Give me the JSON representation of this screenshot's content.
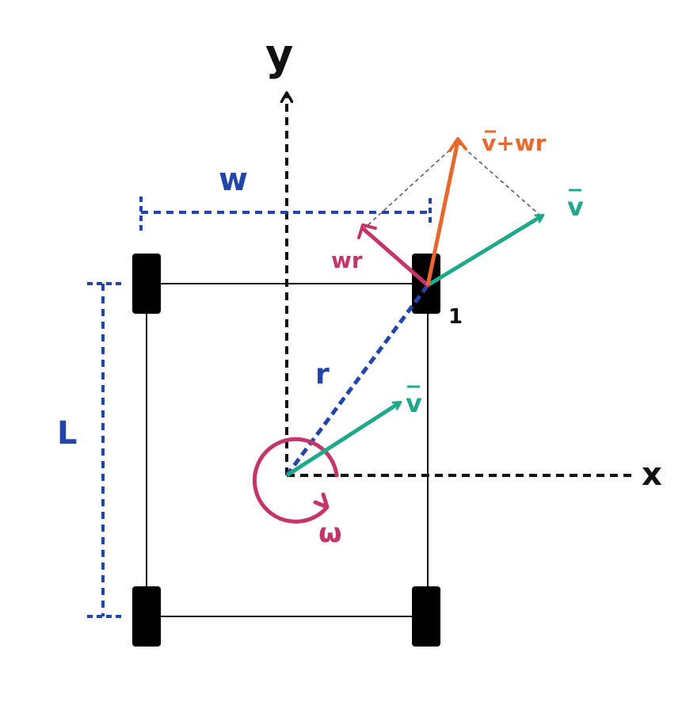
{
  "labels": {
    "axis_y": "y",
    "axis_x": "x",
    "width": "w",
    "length": "L",
    "wheel_number": "1",
    "radius": "r",
    "omega": "ω",
    "v_center": "v",
    "v_wheel": "v",
    "wr": "wr",
    "v_plus_wr": "v+wr"
  },
  "colors": {
    "axes": "#111111",
    "frame": "#111111",
    "wheel": "#000000",
    "dimension": "#2145a8",
    "velocity": "#1fa88a",
    "rotation": "#c2366a",
    "resultant": "#e8692e",
    "guide": "#555555"
  }
}
